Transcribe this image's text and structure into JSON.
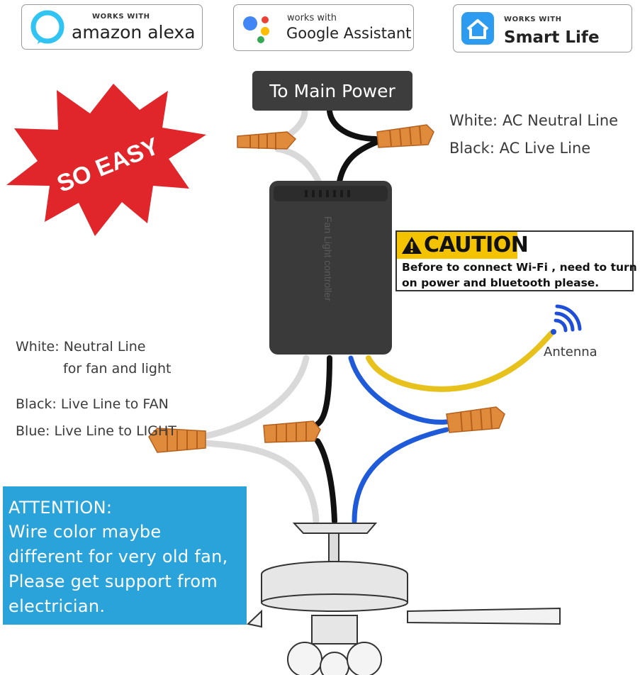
{
  "badges": {
    "alexa": {
      "small": "WORKS WITH",
      "big": "amazon alexa",
      "icon": "alexa-ring-icon",
      "color": "#31c4f3"
    },
    "google": {
      "small": "works with",
      "big": "Google Assistant",
      "icon": "google-assistant-dots-icon"
    },
    "smartlife": {
      "small": "WORKS WITH",
      "big": "Smart Life",
      "icon": "smart-life-house-icon",
      "color": "#2d9cf0"
    }
  },
  "power": {
    "label": "To Main Power"
  },
  "starburst": {
    "text": "SO EASY",
    "color": "#e0262b"
  },
  "top_legend": {
    "white": "White: AC Neutral Line",
    "black": "Black: AC Live Line"
  },
  "controller": {
    "print": "Fan Light controller"
  },
  "caution": {
    "title": "CAUTION",
    "line1": "Before to connect Wi-Fi , need to turn",
    "line2": "on power and bluetooth please."
  },
  "antenna": {
    "label": "Antenna"
  },
  "left_legend": {
    "white_a": "White: Neutral Line",
    "white_b": "for fan and light",
    "black": "Black: Live Line to FAN",
    "blue": "Blue: Live Line to LIGHT"
  },
  "attention": {
    "line1": "ATTENTION:",
    "line2": "Wire color maybe",
    "line3": "different for very old fan,",
    "line4": "Please get support from",
    "line5": "electrician."
  },
  "colors": {
    "wire_white": "#d9d9d9",
    "wire_black": "#111111",
    "wire_blue": "#1f5ad8",
    "wire_yellow": "#e8c21c",
    "wire_nut": "#e08a3c",
    "attention_bg": "#2aa3da",
    "caution_yellow": "#f4c300",
    "controller": "#3a3a3a"
  }
}
